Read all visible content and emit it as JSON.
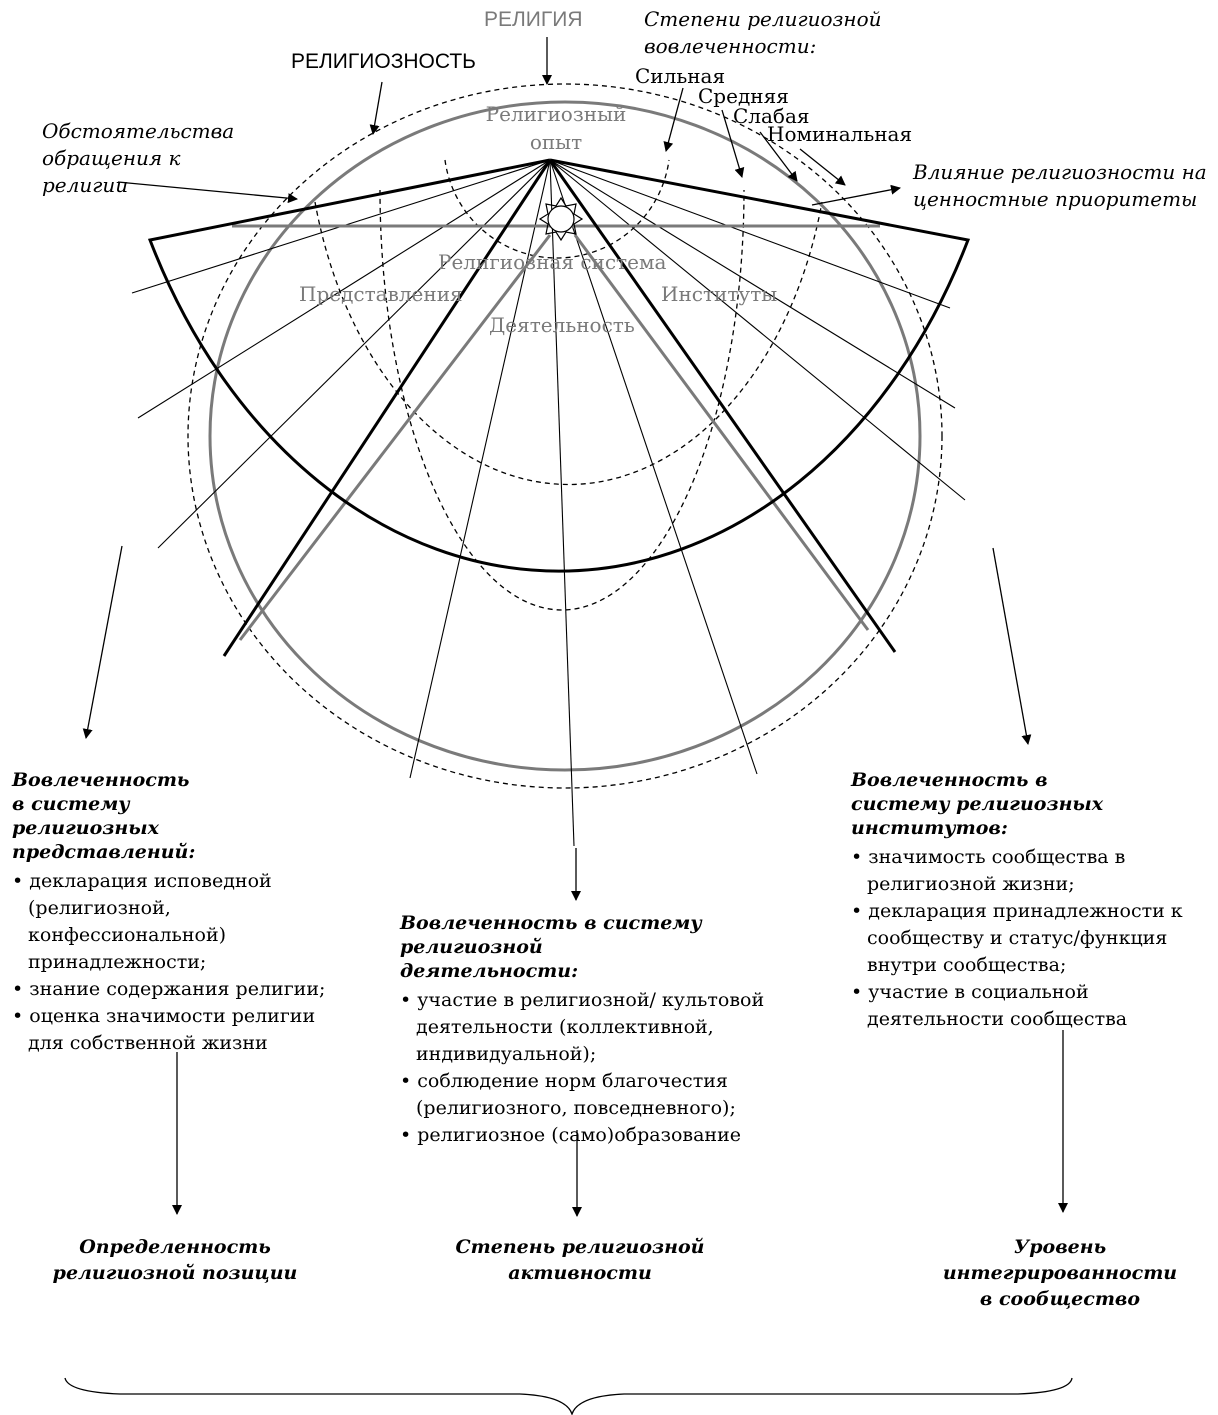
{
  "labels": {
    "religion": "РЕЛИГИЯ",
    "religiosity": "РЕЛИГИОЗНОСТЬ",
    "degrees_title": "Степени религиозной вовлеченности:",
    "degrees": [
      "Сильная",
      "Средняя",
      "Слабая",
      "Номинальная"
    ],
    "circumstances": "Обстоятельства обращения к религии",
    "influence": "Влияние религиозности на ценностные приоритеты",
    "experience": "Религиозный опыт",
    "system": "Религиозная система",
    "representations": "Представления",
    "institutes": "Институты",
    "activity": "Деятельность"
  },
  "blocks": {
    "left": {
      "title": "Вовлеченность в систему религиозных представлений:",
      "items": [
        "декларация исповедной (религиозной, конфессиональной) принадлежности;",
        "знание содержания религии;",
        "оценка значимости религии для собственной жизни"
      ]
    },
    "center": {
      "title": "Вовлеченность в систему религиозной деятельности:",
      "items": [
        "участие в религиозной/ культовой деятельности (коллективной, индивидуальной);",
        "соблюдение норм благочестия (религиозного, повседневного);",
        "религиозное (само)образование"
      ]
    },
    "right": {
      "title": "Вовлеченность в систему религиозных институтов:",
      "items": [
        "значимость сообщества в религиозной жизни;",
        "декларация принадлежности к сообществу и статус/функция внутри сообщества;",
        "участие в социальной деятельности сообщества"
      ]
    }
  },
  "outcomes": {
    "left": "Определенность религиозной позиции",
    "center": "Степень религиозной активности",
    "right": "Уровень интегрированности в сообщество"
  },
  "colors": {
    "ink": "#000000",
    "gray": "#7a7a7a"
  }
}
